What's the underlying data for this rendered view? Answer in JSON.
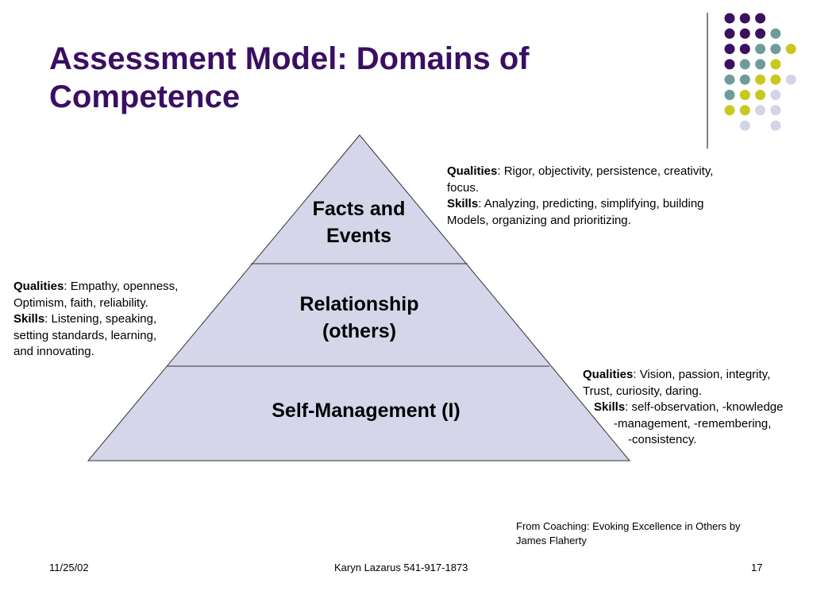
{
  "slide": {
    "title": "Assessment Model:  Domains of Competence",
    "colors": {
      "title": "#3a0f63",
      "pyramid_fill": "#d6d6ea",
      "purple": "#3d0f5f",
      "teal": "#6e9c9a",
      "yellow": "#c8c81e",
      "lavender": "#d4d4e8",
      "rule": "#000000"
    }
  },
  "pyramid": {
    "tiers": [
      {
        "label_line1": "Facts and",
        "label_line2": "Events"
      },
      {
        "label_line1": "Relationship",
        "label_line2": "(others)"
      },
      {
        "label_line1": "Self-Management (I)"
      }
    ]
  },
  "notes": {
    "facts": {
      "qualities_label": "Qualities",
      "qualities_line1": ":  Rigor, objectivity, persistence, creativity,",
      "qualities_line2": "focus.",
      "skills_label": "Skills",
      "skills_line1": ":  Analyzing, predicting, simplifying, building",
      "skills_line2": "Models, organizing and prioritizing."
    },
    "relationship": {
      "qualities_label": "Qualities",
      "qualities_line1": ":  Empathy, openness,",
      "qualities_line2": "Optimism, faith, reliability.",
      "skills_label": "Skills",
      "skills_line1": ":  Listening, speaking,",
      "skills_line2": "setting standards, learning,",
      "skills_line3": "and innovating."
    },
    "self": {
      "qualities_label": "Qualities",
      "qualities_line1": ":  Vision, passion, integrity,",
      "qualities_line2": "Trust, curiosity, daring.",
      "skills_label": "Skills",
      "skills_line1": ":  self-observation, -knowledge",
      "skills_line2": "-management, -remembering,",
      "skills_line3": "-consistency."
    }
  },
  "source": {
    "line1": "From Coaching:  Evoking Excellence in Others by",
    "line2": "James Flaherty"
  },
  "footer": {
    "date": "11/25/02",
    "author": "Karyn Lazarus 541-917-1873",
    "page": "17"
  },
  "decoration": {
    "dot_grid": [
      [
        "purple",
        "purple",
        "purple",
        "",
        ""
      ],
      [
        "purple",
        "purple",
        "purple",
        "teal",
        ""
      ],
      [
        "purple",
        "purple",
        "teal",
        "teal",
        "yellow"
      ],
      [
        "purple",
        "teal",
        "teal",
        "yellow",
        ""
      ],
      [
        "teal",
        "teal",
        "yellow",
        "yellow",
        "lavender"
      ],
      [
        "teal",
        "yellow",
        "yellow",
        "lavender",
        ""
      ],
      [
        "yellow",
        "yellow",
        "lavender",
        "lavender",
        ""
      ],
      [
        "",
        "lavender",
        "",
        "lavender",
        ""
      ]
    ]
  }
}
